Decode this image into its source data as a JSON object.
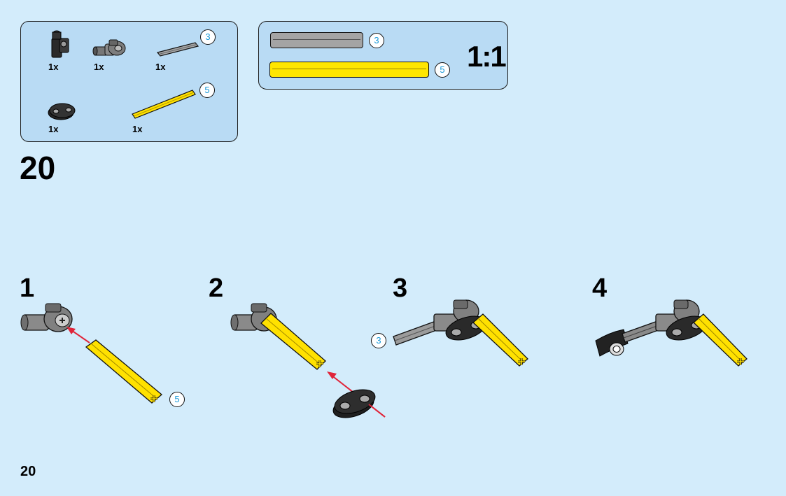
{
  "parts_list": {
    "items": [
      {
        "part": "black-connector",
        "qty": "1x"
      },
      {
        "part": "gray-angle-connector",
        "qty": "1x"
      },
      {
        "part": "gray-axle",
        "qty": "1x",
        "length": "3"
      },
      {
        "part": "black-beam-link",
        "qty": "1x"
      },
      {
        "part": "yellow-axle",
        "qty": "1x",
        "length": "5"
      }
    ]
  },
  "scale_reference": {
    "gray_axle_length": "3",
    "yellow_axle_length": "5",
    "scale_label": "1:1",
    "colors": {
      "gray": "#a4a4a4",
      "yellow": "#ffe600"
    }
  },
  "step": {
    "number": "20"
  },
  "substeps": [
    {
      "number": "1",
      "length_callout": "5"
    },
    {
      "number": "2"
    },
    {
      "number": "3",
      "length_callout": "3"
    },
    {
      "number": "4"
    }
  ],
  "page": {
    "number": "20"
  },
  "colors": {
    "background": "#d3ecfb",
    "panel": "#b9dbf4",
    "arrow": "#e0253a",
    "callout_text": "#1b9ad8"
  }
}
